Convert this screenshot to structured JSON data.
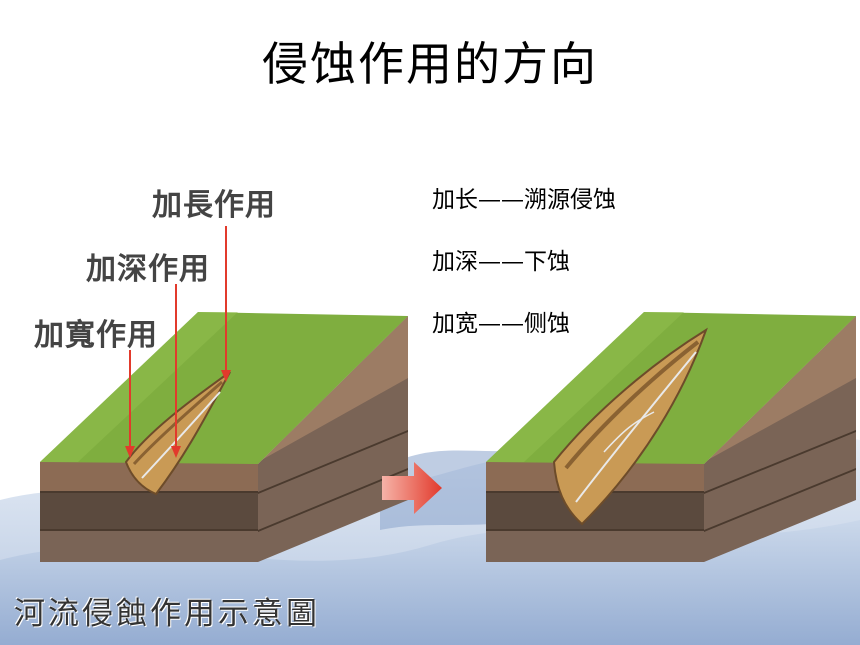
{
  "slide": {
    "title": "侵蚀作用的方向",
    "labels": {
      "lengthen": "加長作用",
      "deepen": "加深作用",
      "widen": "加寬作用"
    },
    "definitions": [
      {
        "term": "加长",
        "dash": "——",
        "meaning": "溯源侵蚀"
      },
      {
        "term": "加深",
        "dash": "——",
        "meaning": "下蚀"
      },
      {
        "term": "加宽",
        "dash": "——",
        "meaning": "侧蚀"
      }
    ],
    "caption": "河流侵蝕作用示意圖"
  },
  "colors": {
    "grass": "#7fae3f",
    "earth_top": "#8c6b54",
    "earth_mid": "#5b4a3e",
    "earth_low": "#7a6456",
    "arrow_red": "#e23a2c",
    "wave_blue": "#a9bedb"
  },
  "icons": {
    "transition": "right-arrow-icon"
  }
}
